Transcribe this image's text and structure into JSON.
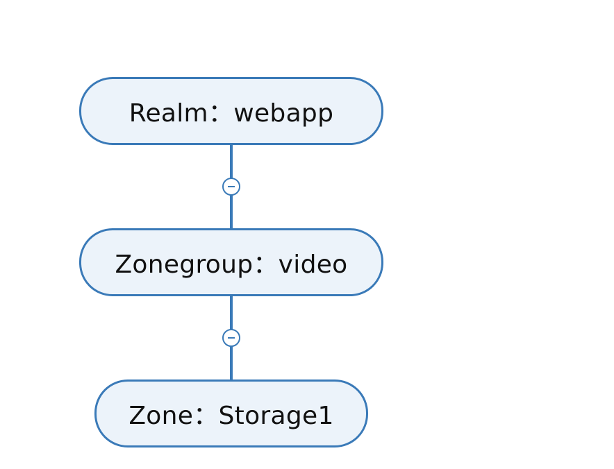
{
  "diagram": {
    "nodes": [
      {
        "id": "realm",
        "label": "Realm：webapp"
      },
      {
        "id": "zonegroup",
        "label": "Zonegroup：video"
      },
      {
        "id": "zone",
        "label": "Zone：Storage1"
      }
    ],
    "edges": [
      {
        "from": "realm",
        "to": "zonegroup"
      },
      {
        "from": "zonegroup",
        "to": "zone"
      }
    ],
    "collapse_icon": "minus-circle-icon",
    "colors": {
      "node_border": "#3a7ab8",
      "node_fill": "#ecf3fa",
      "text": "#111111",
      "background": "#ffffff"
    }
  }
}
